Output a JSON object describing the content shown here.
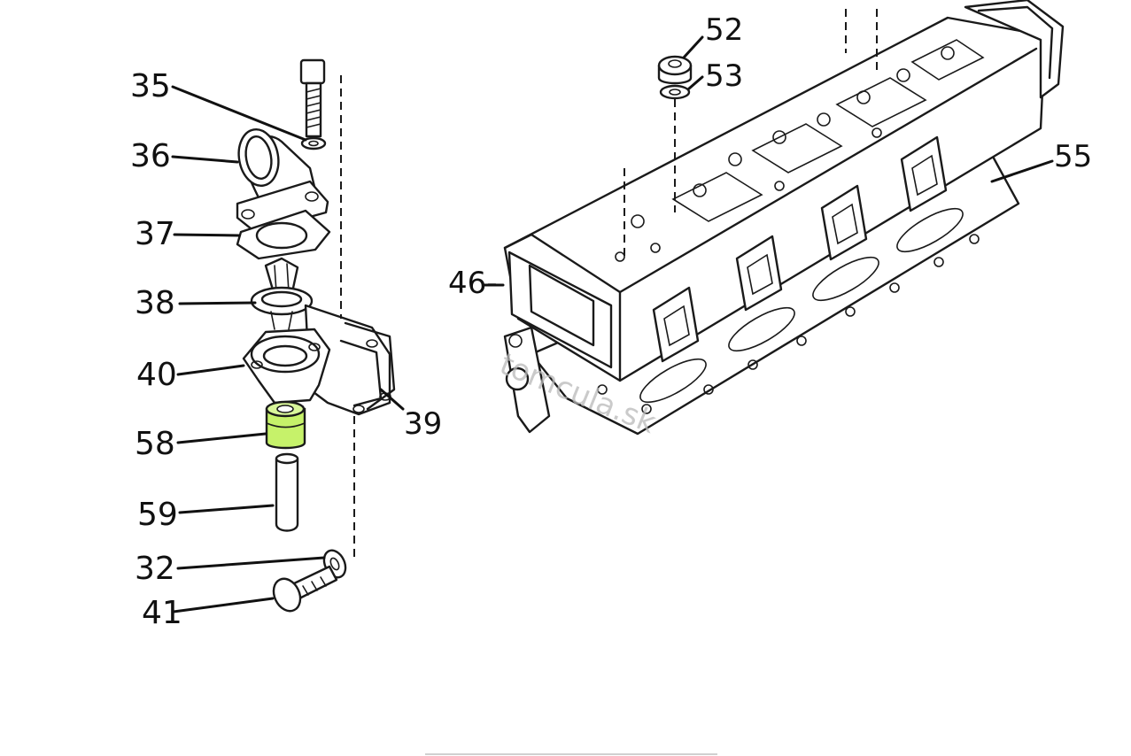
{
  "diagram": {
    "part_labels": {
      "p35": "35",
      "p36": "36",
      "p37": "37",
      "p38": "38",
      "p40": "40",
      "p58": "58",
      "p59": "59",
      "p32": "32",
      "p41": "41",
      "p39": "39",
      "p46": "46-",
      "p52": "52",
      "p53": "53",
      "p55": "55"
    },
    "highlight_color": "#c6f26a",
    "watermark": "tomcula.sk"
  }
}
